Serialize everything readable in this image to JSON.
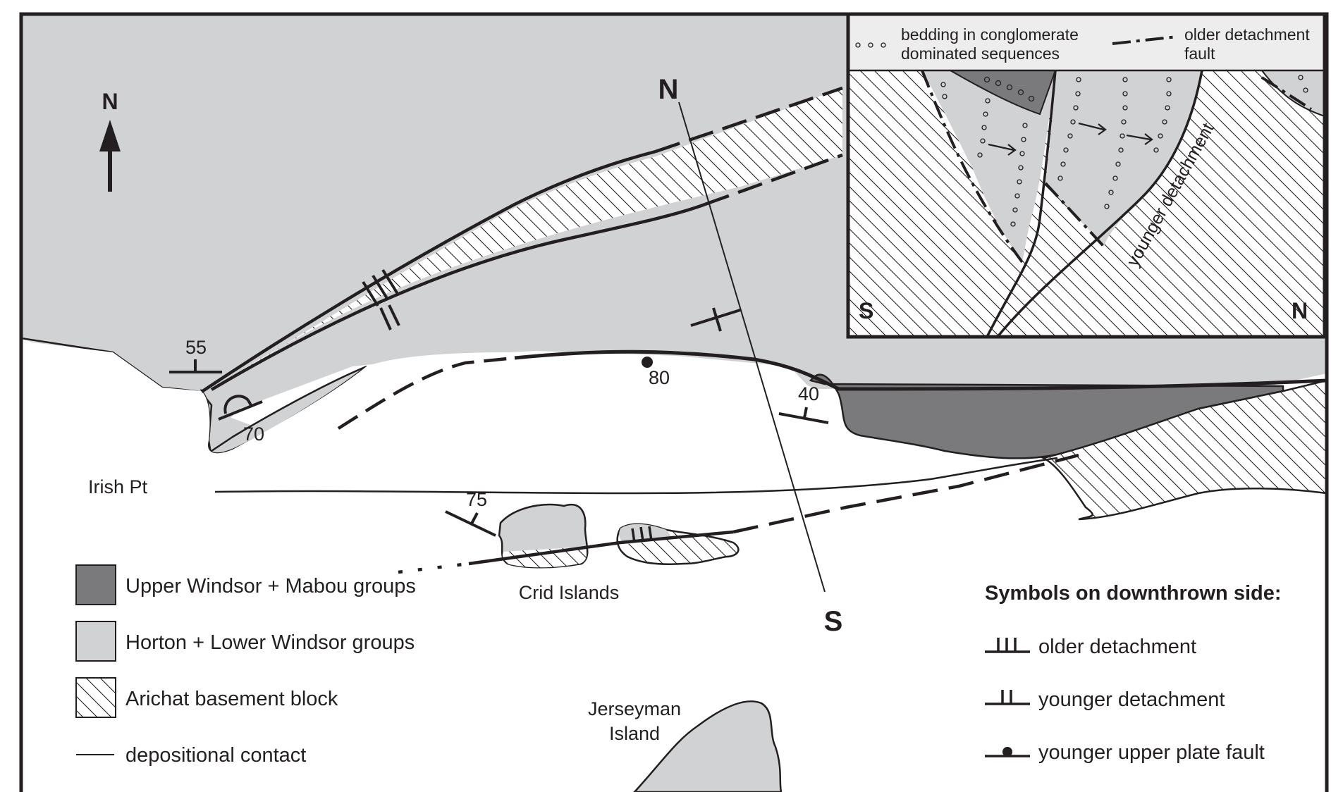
{
  "map": {
    "north_arrow_label": "N",
    "section_line": {
      "north_label": "N",
      "south_label": "S"
    },
    "places": {
      "irish_pt": "Irish Pt",
      "crid_islands": "Crid Islands",
      "jerseyman_line1": "Jerseyman",
      "jerseyman_line2": "Island"
    },
    "dips": {
      "d55": "55",
      "d70": "70",
      "d80": "80",
      "d40": "40",
      "d75": "75"
    }
  },
  "inset": {
    "legend_bedding_line1": "bedding in conglomerate",
    "legend_bedding_line2": "dominated sequences",
    "legend_older_line1": "older detachment",
    "legend_older_line2": "fault",
    "younger_label": "younger detachment",
    "south_label": "S",
    "north_label": "N"
  },
  "legend": {
    "upper": "Upper Windsor + Mabou groups",
    "horton": "Horton + Lower Windsor groups",
    "arichat": "Arichat basement block",
    "contact": "depositional contact"
  },
  "symbols": {
    "title": "Symbols on downthrown side:",
    "older": "older detachment",
    "younger": "younger detachment",
    "upper_plate": "younger upper plate fault"
  },
  "colors": {
    "horton_fill": "#d1d2d4",
    "upper_windsor_fill": "#7a7a7c",
    "ink": "#231f20",
    "inset_header_fill": "#ededed"
  }
}
